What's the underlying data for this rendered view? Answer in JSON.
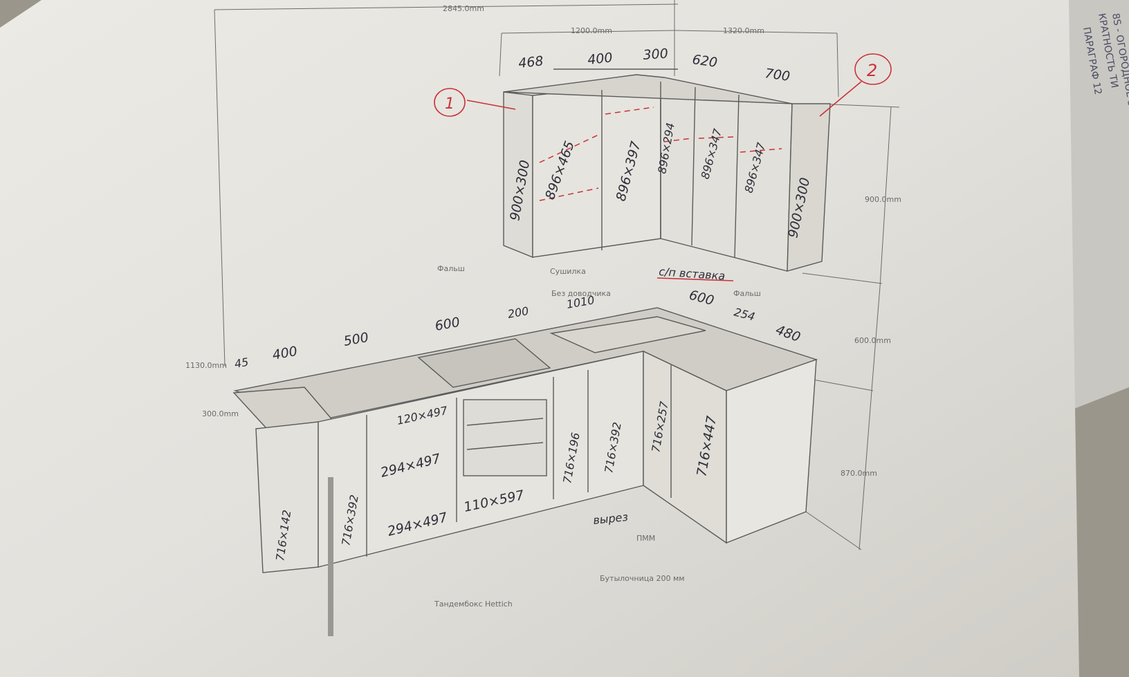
{
  "printed": {
    "total_width": "2845.0mm",
    "upper_left_width": "1200.0mm",
    "upper_right_width": "1320.0mm",
    "upper_height": "900.0mm",
    "gap_height": "600.0mm",
    "base_height": "870.0mm",
    "counter_depth_left": "1130.0mm",
    "bar_depth": "300.0mm",
    "falsh_left": "Фальш",
    "falsh_right": "Фальш",
    "sushilka": "Сушилка",
    "bez_dovodchika": "Без доводчика",
    "pmm": "ПММ",
    "butylochnitsa": "Бутылочница 200 мм",
    "tandembox": "Тандембокс Hettich"
  },
  "handwritten_dims": {
    "upper_468": "468",
    "upper_400": "400",
    "upper_300": "300",
    "upper_620": "620",
    "upper_700": "700",
    "base_45": "45",
    "base_400": "400",
    "base_500": "500",
    "base_600": "600",
    "base_200": "200",
    "base_1010": "1010",
    "right_600": "600",
    "right_254": "254",
    "right_480": "480"
  },
  "handwritten_fronts": {
    "u1": "900×300",
    "u2": "896×465",
    "u3": "896×397",
    "u4": "896×294",
    "u5": "896×347",
    "u6": "896×347",
    "u7": "900×300",
    "b_bar": "716×142",
    "b_bar2": "716×392",
    "b_top": "120×497",
    "b_mid": "294×497",
    "b_low": "294×497",
    "b_oven": "110×597",
    "b_bottle": "716×196",
    "b_sink": "716×392",
    "b_corner": "716×257",
    "b_dw": "716×447"
  },
  "annotations": {
    "marker1": "1",
    "marker2": "2",
    "insert_note": "с/п вставка",
    "cutout_note": "вырез"
  },
  "side_text": [
    "8S - ОГОРОДНОЕ З",
    "КРАТНОСТЬ ТИ",
    "ПАРАГРАФ 12"
  ]
}
